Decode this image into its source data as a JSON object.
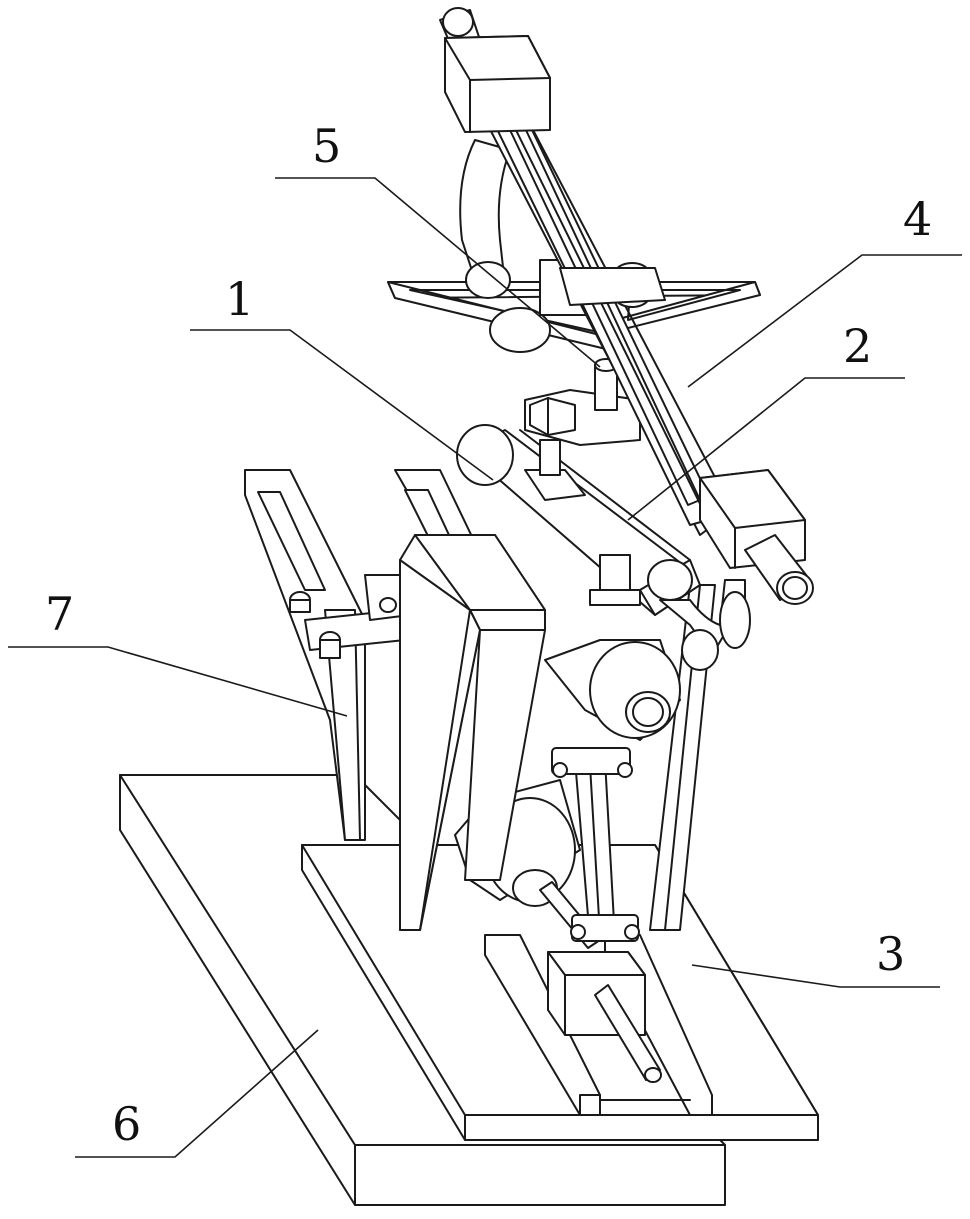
{
  "labels": {
    "l1": "1",
    "l2": "2",
    "l3": "3",
    "l4": "4",
    "l5": "5",
    "l6": "6",
    "l7": "7"
  },
  "colors": {
    "line": "#1a1a1a",
    "background": "#ffffff"
  }
}
